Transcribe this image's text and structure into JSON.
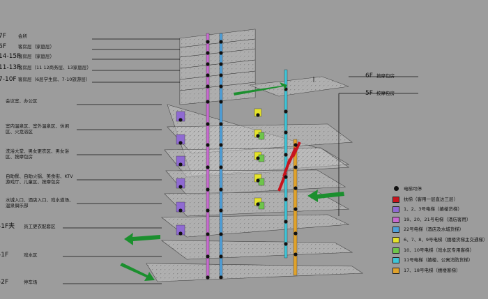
{
  "floors_left": [
    {
      "tag": "7F",
      "desc": "会所"
    },
    {
      "tag": "6F",
      "desc": "客房层（家庭层）"
    },
    {
      "tag": "14-15F",
      "desc": "客房层（家庭层）"
    },
    {
      "tag": "11-13F",
      "desc": "客房层（11 12商务层、13家庭层）"
    },
    {
      "tag": "7-10F",
      "desc": "客房层（6层学生房、7-10旅游层）"
    },
    {
      "tag": "",
      "desc": "会议室、办公区"
    },
    {
      "tag": "",
      "desc": "室内温泉区、室外温泉区、休闲区、火龙浴区"
    },
    {
      "tag": "",
      "desc": "洗浴大堂、男女更衣区、男女浴区、按摩包房"
    },
    {
      "tag": "",
      "desc": "自助餐、自助火锅、美食街、KTV游戏厅、儿童区、按摩包房"
    },
    {
      "tag": "",
      "desc": "水城入口、酒店入口、戏水道场、温泉俱乐部"
    },
    {
      "tag": "-1F夹",
      "desc": "员工更衣配套区"
    },
    {
      "tag": "-1F",
      "desc": "戏水区"
    },
    {
      "tag": "-2F",
      "desc": "停车场"
    }
  ],
  "floors_right": [
    {
      "tag": "6F",
      "desc": "按摩包房"
    },
    {
      "tag": "5F",
      "desc": "按摩包房"
    }
  ],
  "legend": [
    {
      "label": "电梯可停",
      "kind": "dot",
      "color": "#111111"
    },
    {
      "label": "扶梯（客用一层直达三层）",
      "kind": "box",
      "color": "#c8141e"
    },
    {
      "label": "1、2、3号电梯（嬉楼货梯）",
      "kind": "box",
      "color": "#8f6ad2"
    },
    {
      "label": "19、20、21号电梯（酒店客用）",
      "kind": "box",
      "color": "#c76bcf"
    },
    {
      "label": "22号电梯（酒店及水城货梯）",
      "kind": "box",
      "color": "#4fa0d9"
    },
    {
      "label": "6、7、8、9号电梯（嬉楼货梯主交通梯）",
      "kind": "box",
      "color": "#e4e22b"
    },
    {
      "label": "10、10号电梯（戏水区专用客梯）",
      "kind": "box",
      "color": "#6ec54b"
    },
    {
      "label": "11号电梯（嬉楼、公寓消防货梯）",
      "kind": "box",
      "color": "#3fc4d6"
    },
    {
      "label": "17、18号电梯（嬉楼客梯）",
      "kind": "box",
      "color": "#e0a22c"
    }
  ],
  "colors": {
    "escalator": "#c8141e",
    "purple": "#8f6ad2",
    "pink": "#c76bcf",
    "blue": "#4fa0d9",
    "yellow": "#e4e22b",
    "green": "#6ec54b",
    "cyan": "#3fc4d6",
    "orange": "#e0a22c",
    "arrow": "#1b8f2e",
    "line": "#111111",
    "slab": "#c9c9c9"
  },
  "icons": [
    "arrow-icon"
  ]
}
